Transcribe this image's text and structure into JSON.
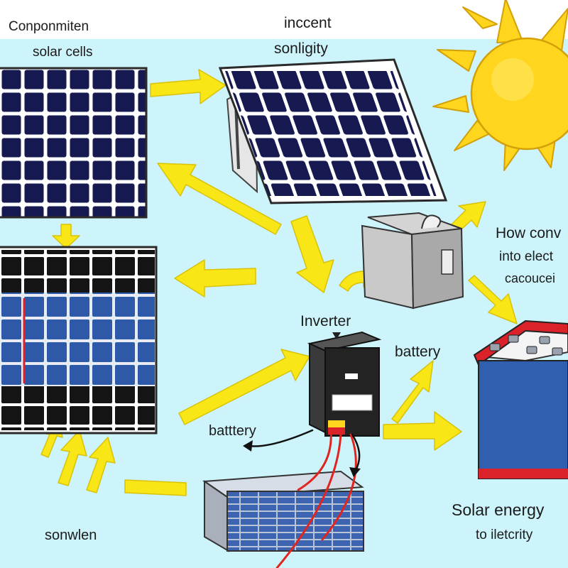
{
  "labels": {
    "component": "Conponmiten",
    "solar_cells": "solar cells",
    "incident_1": "inccent",
    "incident_2": "sonligity",
    "how_1": "How conv",
    "how_2": "into elect",
    "how_3": "cacoucei",
    "inverter": "Inverter",
    "battery_right": "battery",
    "battery_left": "batttery",
    "sunlight": "sonwlen",
    "solar_energy_1": "Solar energy",
    "solar_energy_2": "to iletcrity"
  },
  "colors": {
    "sky": "#cdf4fb",
    "sun": "#ffd51e",
    "arrow": "#f8e616",
    "panel_cell": "#161a50",
    "panel_cell_blue": "#2e59a8",
    "battery_body": "#2f5fae",
    "battery_top": "#d9222a",
    "inverter_body": "#232323",
    "wire": "#e0251f"
  }
}
